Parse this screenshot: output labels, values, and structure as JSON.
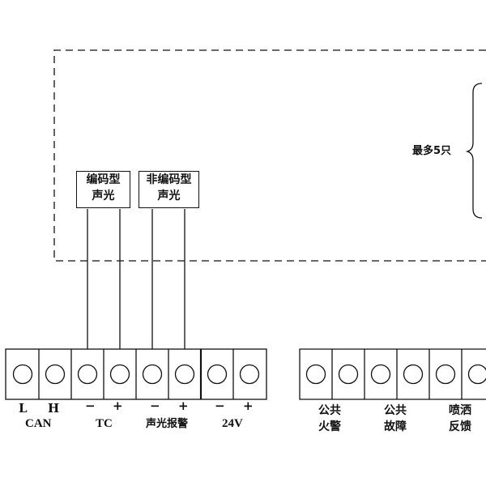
{
  "zone": {
    "max_label": "最多5只"
  },
  "devices": [
    {
      "line1": "编码型",
      "line2": "声光"
    },
    {
      "line1": "非编码型",
      "line2": "声光"
    }
  ],
  "terminals_left": {
    "pin_marks": [
      "L",
      "H",
      "−",
      "+",
      "−",
      "+",
      "−",
      "+"
    ],
    "groups": [
      "CAN",
      "TC",
      "声光报警",
      "24V"
    ]
  },
  "terminals_right": {
    "groups": [
      {
        "line1": "公共",
        "line2": "火警"
      },
      {
        "line1": "公共",
        "line2": "故障"
      },
      {
        "line1": "喷洒",
        "line2": "反馈"
      }
    ]
  },
  "colors": {
    "line": "#111111",
    "background": "#ffffff"
  }
}
